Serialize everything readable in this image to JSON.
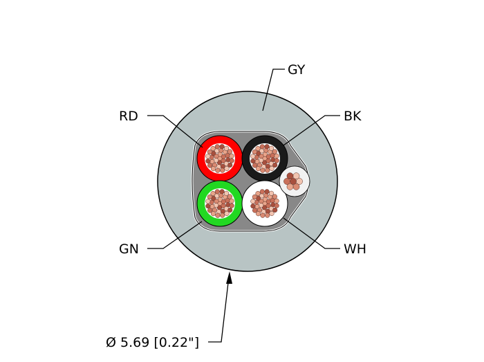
{
  "cable": {
    "jacket_color": "#b8c4c4",
    "labels": {
      "gy": "GY",
      "rd": "RD",
      "bk": "BK",
      "gn": "GN",
      "wh": "WH",
      "diameter": "Ø 5.69 [0.22\"]"
    },
    "conductors": [
      {
        "name": "RD",
        "insulation_color": "#ff0000"
      },
      {
        "name": "BK",
        "insulation_color": "#1a1a1a"
      },
      {
        "name": "GN",
        "insulation_color": "#22d822"
      },
      {
        "name": "WH",
        "insulation_color": "#ffffff"
      }
    ],
    "strand_colors": [
      "#e8a48a",
      "#c9705a",
      "#a8503e",
      "#f2c4b0",
      "#d98a72"
    ]
  }
}
